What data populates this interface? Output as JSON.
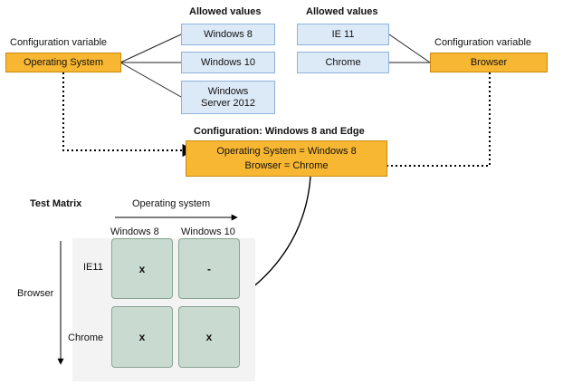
{
  "allowed_left_heading": "Allowed values",
  "allowed_right_heading": "Allowed values",
  "config_var_left_label": "Configuration variable",
  "config_var_right_label": "Configuration variable",
  "os_variable": "Operating System",
  "browser_variable": "Browser",
  "os_values": [
    "Windows 8",
    "Windows 10",
    "Windows\nServer 2012"
  ],
  "browser_values": [
    "IE 11",
    "Chrome"
  ],
  "configuration": {
    "title": "Configuration: Windows 8 and Edge",
    "line1": "Operating System = Windows 8",
    "line2": "Browser = Chrome"
  },
  "matrix": {
    "title": "Test Matrix",
    "os_axis": "Operating system",
    "browser_axis": "Browser",
    "columns": [
      "Windows 8",
      "Windows 10"
    ],
    "rows": [
      "IE11",
      "Chrome"
    ],
    "cells": [
      [
        "x",
        "-"
      ],
      [
        "x",
        "x"
      ]
    ]
  },
  "colors": {
    "value_box": "#dce9f7",
    "variable_box": "#f8b732",
    "matrix_cell": "#c9dbd0"
  }
}
